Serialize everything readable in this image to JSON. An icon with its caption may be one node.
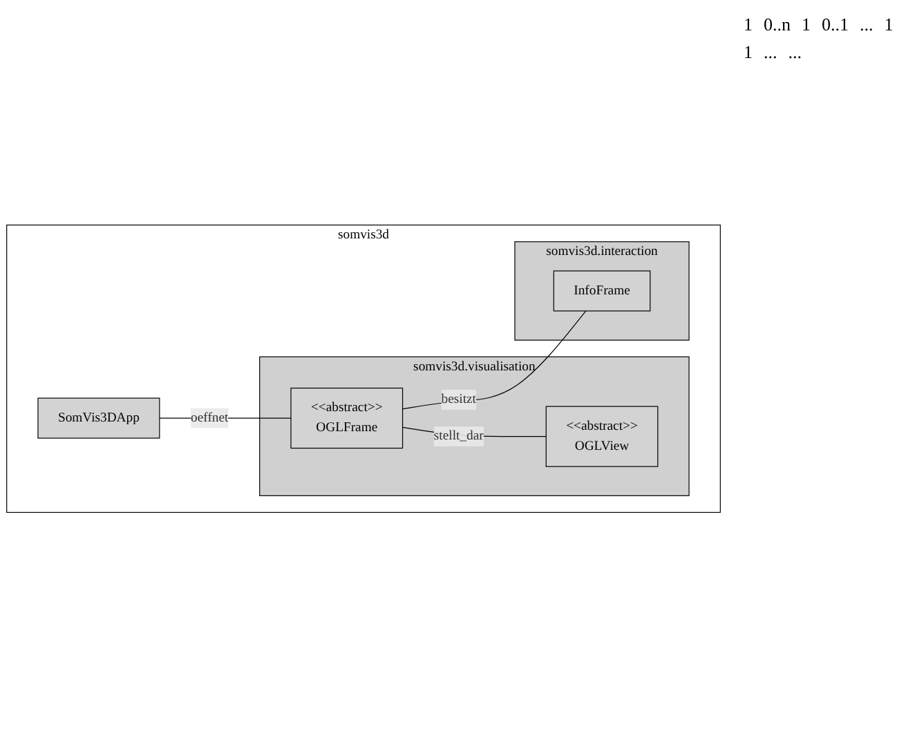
{
  "diagram": {
    "nodes": [
      {
        "text": [
          "somvis3d"
        ]
      },
      {
        "text": [
          "SomVis3DApp"
        ],
        "in": 0
      },
      {
        "text": [
          "somvis3d.visualisation"
        ],
        "in": 0
      },
      {
        "text": [
          "<<abstract>>",
          "OGLFrame"
        ],
        "in": 2
      },
      {
        "text": [
          "<<abstract>>",
          "OGLView"
        ],
        "in": 2
      },
      {
        "text": [
          "somvis3d.interaction"
        ],
        "in": 0
      },
      {
        "text": [
          "InfoFrame"
        ],
        "in": 5
      }
    ],
    "edges": [
      {
        "from": 1,
        "to": 3,
        "arrow": "none",
        "label": "oeffnet"
      },
      {
        "from": 3,
        "to": 6,
        "arrow": "none",
        "label": "besitzt"
      },
      {
        "from": 3,
        "to": 4,
        "arrow": "none",
        "label": "stellt_dar"
      }
    ],
    "labels": [
      "1",
      "0..n",
      "1",
      "0..1",
      "...",
      "1",
      "1",
      "...",
      "..."
    ]
  }
}
